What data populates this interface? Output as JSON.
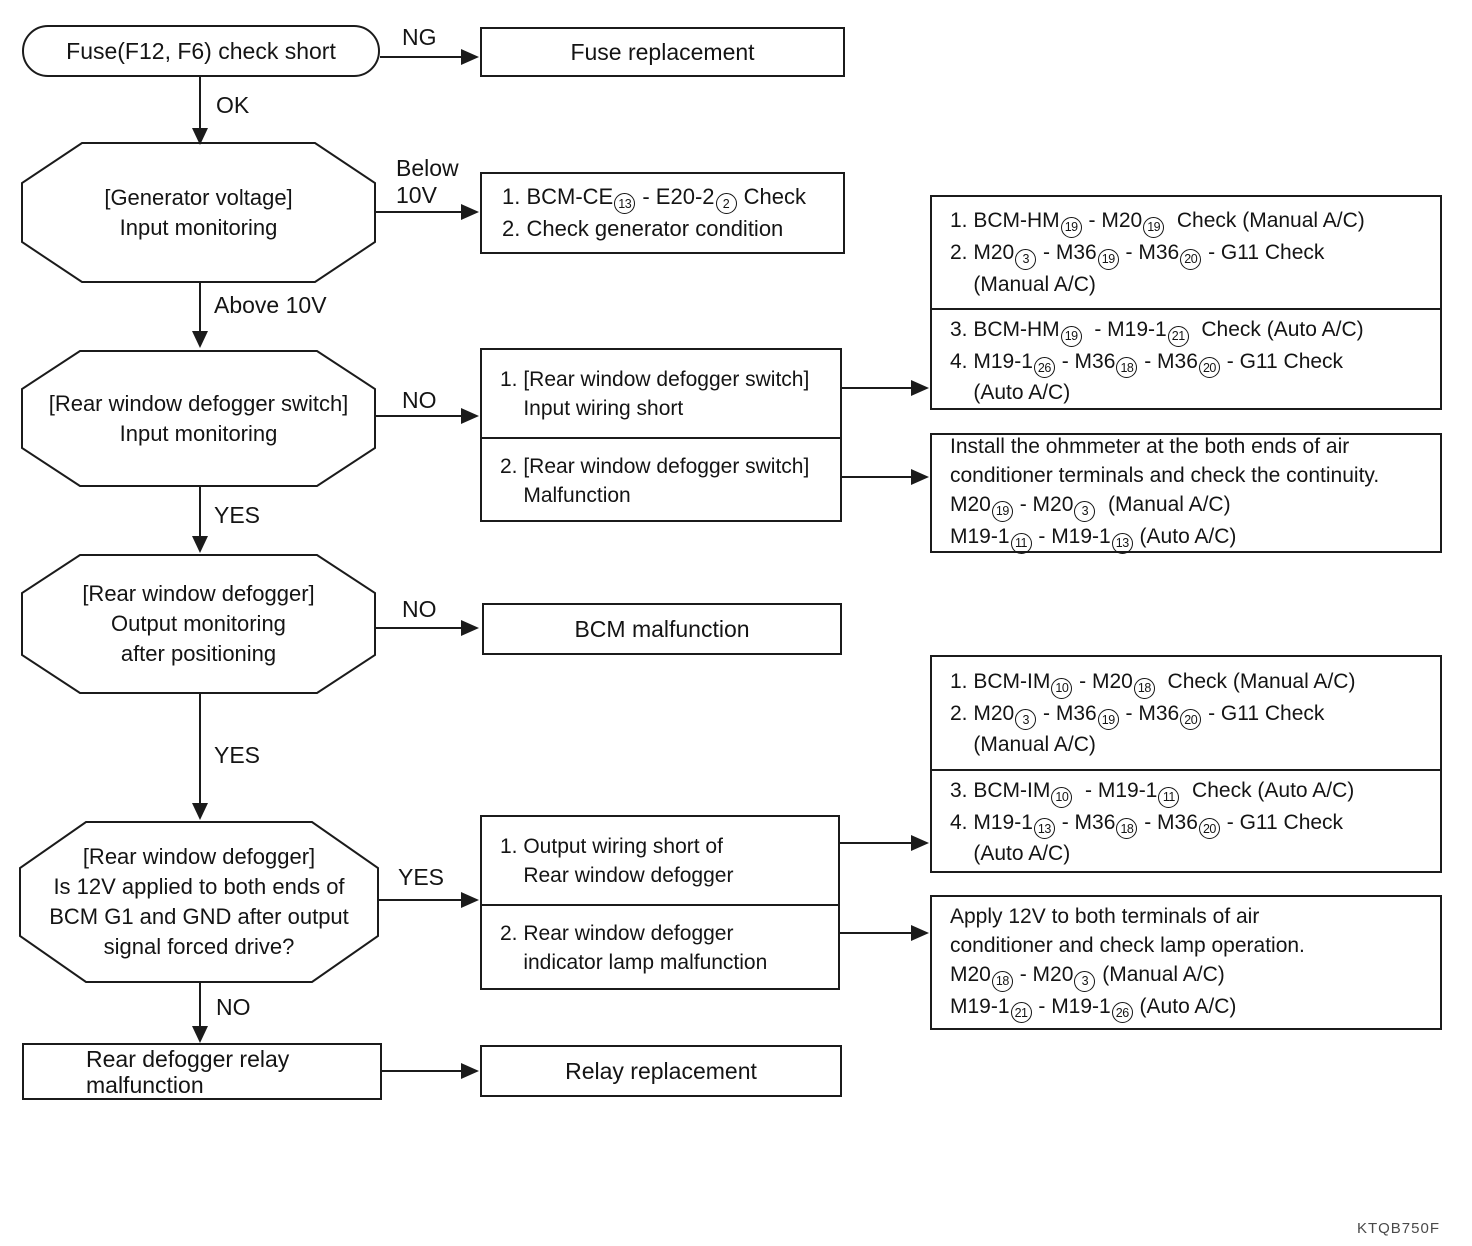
{
  "nodes": {
    "fuse_check": {
      "text": "Fuse(F12, F6) check short"
    },
    "fuse_replacement": {
      "text": "Fuse replacement"
    },
    "generator_voltage": {
      "lines": [
        "[Generator voltage]",
        "Input monitoring"
      ]
    },
    "generator_check": {
      "lines": [
        "1. BCM-CE((13)) - E20-2((2)) Check",
        "2. Check generator condition"
      ]
    },
    "defogger_switch": {
      "lines": [
        "[Rear window defogger switch]",
        "Input monitoring"
      ]
    },
    "switch_causes": {
      "section1": [
        "1. [Rear window defogger switch]",
        "    Input wiring short"
      ],
      "section2": [
        "2. [Rear window defogger switch]",
        "    Malfunction"
      ]
    },
    "hm_checks": {
      "section1": [
        "1. BCM-HM((19)) - M20((19))  Check (Manual A/C)",
        "2. M20((3)) - M36((19)) - M36((20)) - G11 Check",
        "    (Manual A/C)"
      ],
      "section2": [
        "3. BCM-HM((19))  - M19-1((21))  Check (Auto A/C)",
        "4. M19-1((26)) - M36((18)) - M36((20)) - G11 Check",
        "    (Auto A/C)"
      ]
    },
    "ohmmeter_note": {
      "lines": [
        "Install the ohmmeter at the both ends of air",
        "conditioner terminals and check the continuity.",
        "M20((19)) - M20((3))  (Manual A/C)",
        "M19-1((11)) - M19-1((13)) (Auto A/C)"
      ]
    },
    "defogger_output": {
      "lines": [
        "[Rear window defogger]",
        "Output monitoring",
        "after positioning"
      ]
    },
    "bcm_malfunction": {
      "text": "BCM malfunction"
    },
    "im_checks": {
      "section1": [
        "1. BCM-IM((10)) - M20((18))  Check (Manual A/C)",
        "2. M20((3)) - M36((19)) - M36((20)) - G11 Check",
        "    (Manual A/C)"
      ],
      "section2": [
        "3. BCM-IM((10))  - M19-1((11))  Check (Auto A/C)",
        "4. M19-1((13)) - M36((18)) - M36((20)) - G11 Check",
        "    (Auto A/C)"
      ]
    },
    "forced_drive": {
      "lines": [
        "[Rear window defogger]",
        "Is 12V applied to both ends of",
        "BCM G1 and GND after output",
        "signal forced drive?"
      ]
    },
    "output_causes": {
      "section1": [
        "1. Output wiring short of",
        "    Rear window defogger"
      ],
      "section2": [
        "2. Rear window defogger",
        "    indicator lamp malfunction"
      ]
    },
    "apply_12v_note": {
      "lines": [
        "Apply 12V to both terminals of air",
        "conditioner and check lamp operation.",
        "M20((18)) - M20((3)) (Manual A/C)",
        "M19-1((21)) - M19-1((26)) (Auto A/C)"
      ]
    },
    "relay_malfunction": {
      "lines": [
        "Rear defogger relay",
        "malfunction"
      ]
    },
    "relay_replacement": {
      "text": "Relay replacement"
    }
  },
  "edge_labels": {
    "ng": "NG",
    "ok": "OK",
    "below_10v": {
      "lines": [
        "Below",
        "10V"
      ]
    },
    "above_10v": "Above 10V",
    "no_switch": "NO",
    "yes_switch": "YES",
    "no_output": "NO",
    "yes_output": "YES",
    "yes_12v": "YES",
    "no_12v": "NO"
  },
  "footer": {
    "code": "KTQB750F"
  }
}
